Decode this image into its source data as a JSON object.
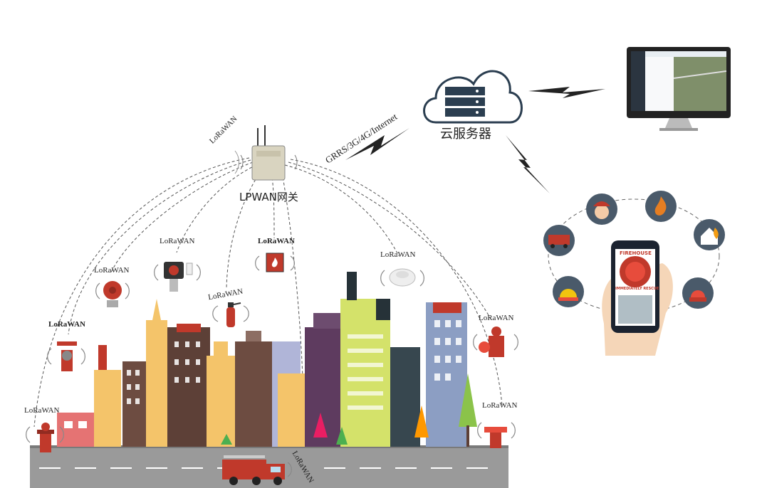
{
  "gateway": {
    "label": "LPWAN网关"
  },
  "cloud": {
    "label": "云服务器"
  },
  "network_link": {
    "label": "GRRS/3G/4G/Internet"
  },
  "phone": {
    "badge_top": "FIREHOUSE",
    "badge_bottom": "IMMEDIATELY RESCUE"
  },
  "lorawan": {
    "gateway_top": "LoRaWAN",
    "alarm_bell": "LoRaWAN",
    "gas_detector": "LoRaWAN",
    "fire_panel": "LoRaWAN",
    "extinguisher": "LoRaWAN",
    "smoke_detector": "LoRaWAN",
    "valve_left": "LoRaWAN",
    "hydrant_left": "LoRaWAN",
    "valve_right": "LoRaWAN",
    "hydrant_right": "LoRaWAN",
    "fire_truck": "LoRaWAN"
  },
  "colors": {
    "dashed_line": "#555555",
    "road": "#9a9a9a",
    "icon_circle": "#4a5a6a",
    "lightning": "#222222"
  },
  "icons": [
    "gateway-router-icon",
    "cloud-server-icon",
    "monitor-icon",
    "smartphone-icon",
    "fire-alarm-bell-icon",
    "gas-detector-icon",
    "fire-panel-icon",
    "fire-extinguisher-icon",
    "smoke-detector-icon",
    "hydrant-valve-icon",
    "fire-hydrant-icon",
    "fire-truck-icon",
    "firefighter-icon",
    "flame-icon",
    "house-fire-icon",
    "siren-icon",
    "fire-engine-icon",
    "beacon-icon"
  ]
}
